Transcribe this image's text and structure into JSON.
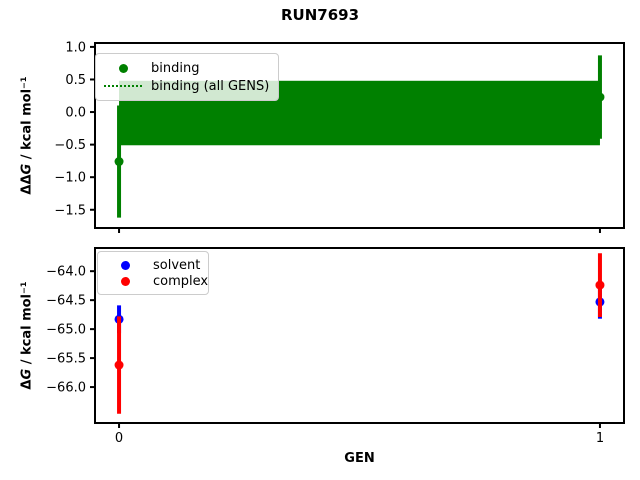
{
  "title": "RUN7693",
  "axes": {
    "top": {
      "ylabel": {
        "delta": "ΔΔ",
        "symbol": "G",
        "units": " / kcal mol⁻¹"
      },
      "legend": [
        {
          "label": "binding",
          "handle": "dot",
          "color": "#008000"
        },
        {
          "label": "binding (all GENS)",
          "handle": "dotted-line",
          "color": "#008000"
        }
      ]
    },
    "bottom": {
      "ylabel": {
        "delta": "Δ",
        "symbol": "G",
        "units": " / kcal mol⁻¹"
      },
      "xlabel": "GEN",
      "legend": [
        {
          "label": "solvent",
          "handle": "dot",
          "color": "#0000ff"
        },
        {
          "label": "complex",
          "handle": "dot",
          "color": "#ff0000"
        }
      ]
    }
  },
  "chart_data": [
    {
      "id": "top",
      "type": "scatter",
      "title": "RUN7693",
      "ylabel": "ΔΔG / kcal mol⁻¹",
      "xlabel": "",
      "x": [
        0,
        1
      ],
      "xlim": [
        -0.05,
        1.05
      ],
      "ylim": [
        -1.78,
        1.06
      ],
      "yticks": [
        1.0,
        0.5,
        0.0,
        -0.5,
        -1.0,
        -1.5
      ],
      "ytick_labels": [
        "1.0",
        "0.5",
        "0.0",
        "−0.5",
        "−1.0",
        "−1.5"
      ],
      "xticks": [
        0,
        1
      ],
      "xtick_labels": [],
      "grid": false,
      "legend_position": "upper left",
      "series": [
        {
          "name": "binding",
          "kind": "errorbar-scatter",
          "color": "#008000",
          "y": [
            -0.76,
            0.23
          ],
          "yerr": [
            0.86,
            0.64
          ]
        },
        {
          "name": "binding (all GENS)",
          "kind": "band",
          "color": "#008000",
          "x_range": [
            0,
            1
          ],
          "y_center": -0.02,
          "y_low": -0.51,
          "y_high": 0.48,
          "center_line_style": "dotted"
        }
      ]
    },
    {
      "id": "bottom",
      "type": "scatter",
      "title": "",
      "ylabel": "ΔG / kcal mol⁻¹",
      "xlabel": "GEN",
      "x": [
        0,
        1
      ],
      "xlim": [
        -0.05,
        1.05
      ],
      "ylim": [
        -66.62,
        -63.6
      ],
      "yticks": [
        -64.0,
        -64.5,
        -65.0,
        -65.5,
        -66.0
      ],
      "ytick_labels": [
        "−64.0",
        "−64.5",
        "−65.0",
        "−65.5",
        "−66.0"
      ],
      "xticks": [
        0,
        1
      ],
      "xtick_labels": [
        "0",
        "1"
      ],
      "grid": false,
      "legend_position": "upper left",
      "series": [
        {
          "name": "solvent",
          "kind": "errorbar-scatter",
          "color": "#0000ff",
          "y": [
            -64.83,
            -64.53
          ],
          "yerr": [
            0.24,
            0.29
          ]
        },
        {
          "name": "complex",
          "kind": "errorbar-scatter",
          "color": "#ff0000",
          "y": [
            -65.62,
            -64.24
          ],
          "yerr": [
            0.84,
            0.55
          ]
        }
      ]
    }
  ]
}
